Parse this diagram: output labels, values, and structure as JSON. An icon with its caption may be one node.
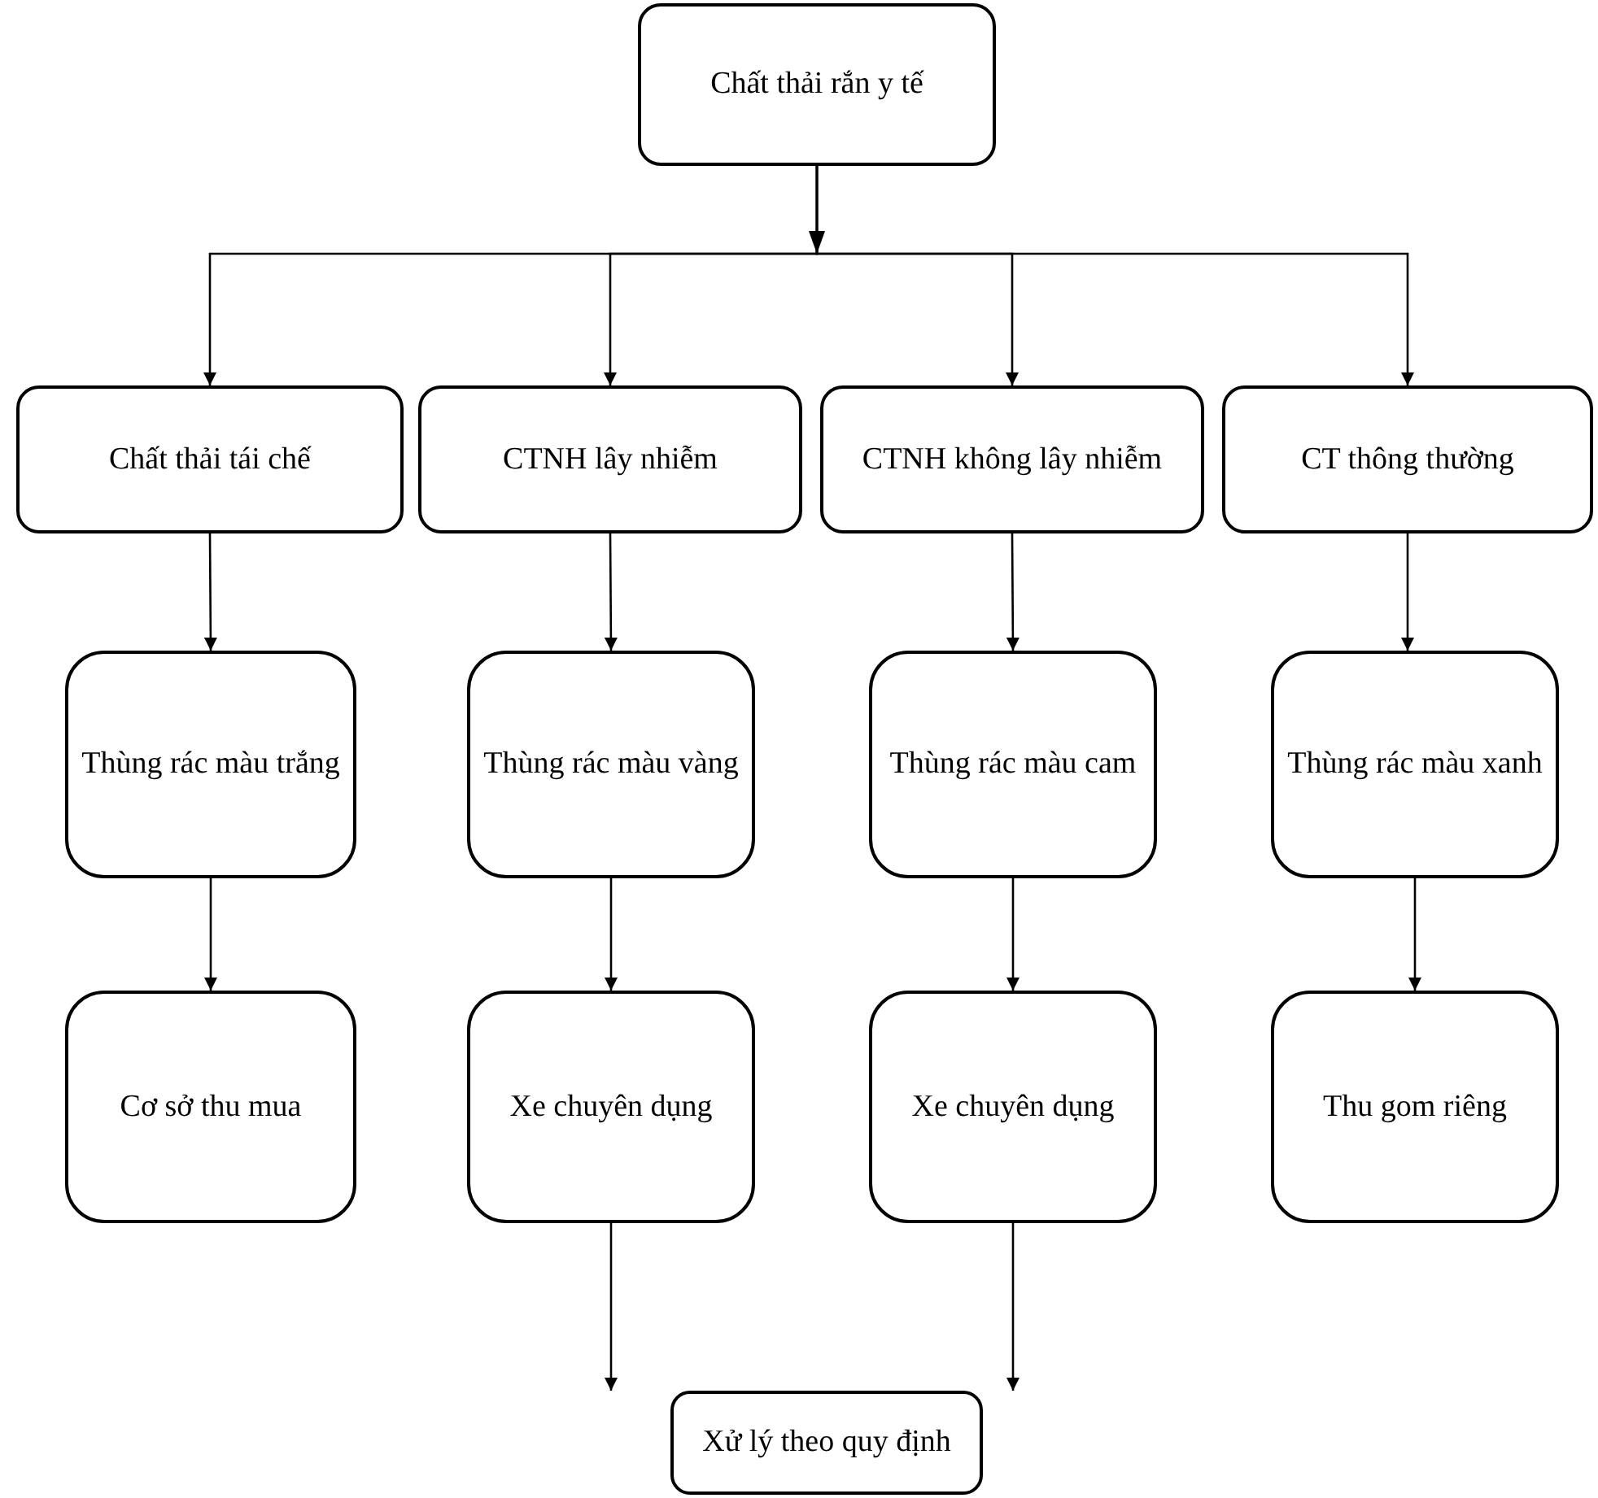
{
  "diagram": {
    "nodes": [
      {
        "text": [
          "Chất thải rắn y tế"
        ]
      },
      {
        "text": [
          "Chất thải tái chế"
        ]
      },
      {
        "text": [
          "CTNH lây nhiễm"
        ]
      },
      {
        "text": [
          "CTNH không lây nhiễm"
        ]
      },
      {
        "text": [
          "CT thông thường"
        ]
      },
      {
        "text": [
          "Thùng rác màu trắng"
        ]
      },
      {
        "text": [
          "Thùng rác màu vàng"
        ]
      },
      {
        "text": [
          "Thùng rác màu cam"
        ]
      },
      {
        "text": [
          "Thùng rác màu xanh"
        ]
      },
      {
        "text": [
          "Cơ sở thu mua"
        ]
      },
      {
        "text": [
          "Xe chuyên dụng"
        ]
      },
      {
        "text": [
          "Xe chuyên dụng"
        ]
      },
      {
        "text": [
          "Thu gom riêng"
        ]
      },
      {
        "text": [
          "Xử lý theo quy định"
        ]
      }
    ],
    "edges": [
      {
        "from": 0,
        "to": 1,
        "arrow": "to"
      },
      {
        "from": 0,
        "to": 2,
        "arrow": "to"
      },
      {
        "from": 0,
        "to": 3,
        "arrow": "to"
      },
      {
        "from": 0,
        "to": 4,
        "arrow": "to"
      },
      {
        "from": 1,
        "to": 5,
        "arrow": "to"
      },
      {
        "from": 2,
        "to": 6,
        "arrow": "to"
      },
      {
        "from": 3,
        "to": 7,
        "arrow": "to"
      },
      {
        "from": 4,
        "to": 8,
        "arrow": "to"
      },
      {
        "from": 5,
        "to": 9,
        "arrow": "to"
      },
      {
        "from": 6,
        "to": 10,
        "arrow": "to"
      },
      {
        "from": 7,
        "to": 11,
        "arrow": "to"
      },
      {
        "from": 8,
        "to": 12,
        "arrow": "to"
      },
      {
        "from": 10,
        "to": 13,
        "arrow": "to"
      },
      {
        "from": 11,
        "to": 13,
        "arrow": "to"
      }
    ]
  }
}
